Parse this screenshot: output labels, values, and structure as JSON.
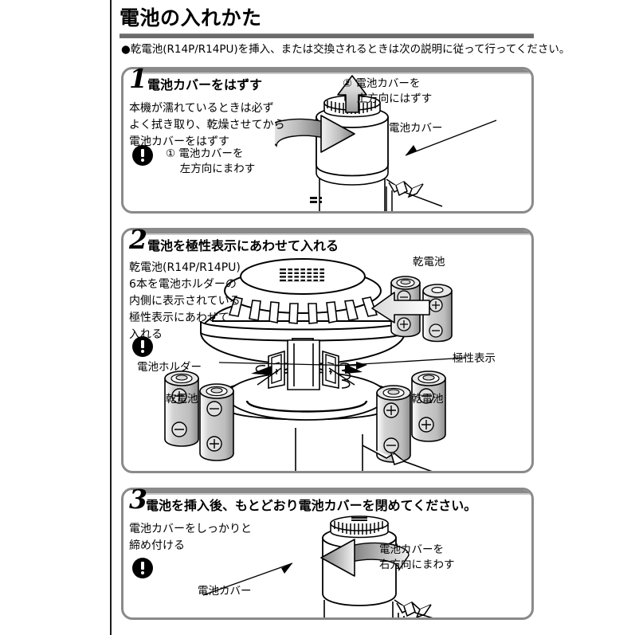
{
  "header": {
    "title": "電池の入れかた",
    "intro": "●乾電池(R14P/R14PU)を挿入、または交換されるときは次の説明に従って行ってください。"
  },
  "steps": [
    {
      "number": "1",
      "heading": "電池カバーをはずす",
      "body": "本機が濡れているときは必ず\nよく拭き取り、乾燥させてから\n電池カバーをはずす",
      "warning_icon": "exclamation-icon",
      "callouts": [
        {
          "name": "turn-left-callout",
          "text": "① 電池カバーを\n　 左方向にまわす"
        },
        {
          "name": "pull-up-callout",
          "text": "② 電池カバーを\n　 上方向にはずす"
        }
      ],
      "labels": [
        {
          "name": "battery-cover-label",
          "text": "電池カバー"
        }
      ]
    },
    {
      "number": "2",
      "heading": "電池を極性表示にあわせて入れる",
      "body": "乾電池(R14P/R14PU)\n6本を電池ホルダーの\n内側に表示されている\n極性表示にあわせて\n入れる",
      "warning_icon": "exclamation-icon",
      "callouts": [],
      "labels": [
        {
          "name": "dry-battery-label-top",
          "text": "乾電池"
        },
        {
          "name": "polarity-mark-label",
          "text": "極性表示"
        },
        {
          "name": "battery-holder-label",
          "text": "電池ホルダー"
        },
        {
          "name": "dry-battery-label-left",
          "text": "乾電池"
        },
        {
          "name": "dry-battery-label-right",
          "text": "乾電池"
        }
      ]
    },
    {
      "number": "3",
      "heading": "電池を挿入後、もとどおり電池カバーを閉めてください。",
      "body": "電池カバーをしっかりと\n締め付ける",
      "warning_icon": "exclamation-icon",
      "callouts": [
        {
          "name": "turn-right-callout",
          "text": "電池カバーを\n右方向にまわす"
        }
      ],
      "labels": [
        {
          "name": "battery-cover-label",
          "text": "電池カバー"
        }
      ]
    }
  ],
  "colors": {
    "panel_border": "#8a8a8a",
    "rule": "#6b6b6b",
    "ink": "#000000",
    "shade_light": "#e2e2e2",
    "shade_mid": "#b9b9b9",
    "shade_dark": "#8d8d8d"
  }
}
